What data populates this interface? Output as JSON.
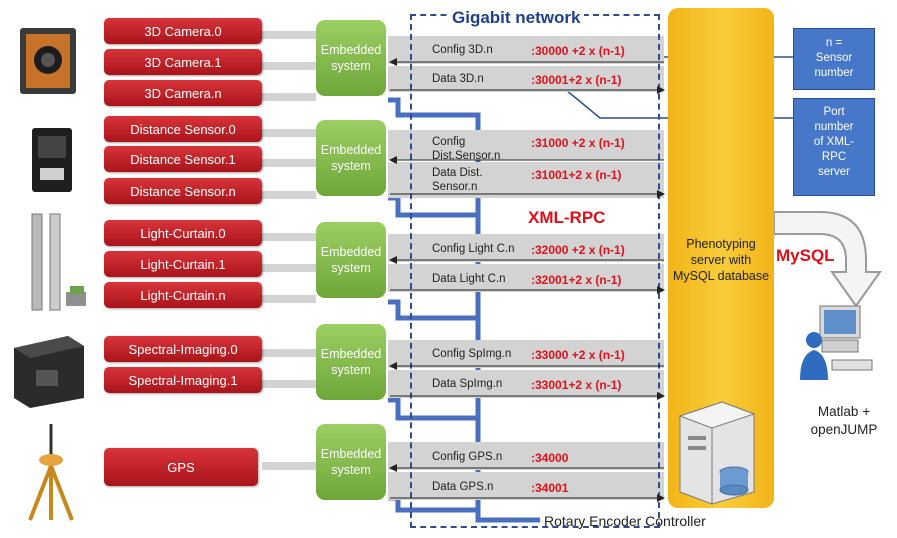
{
  "network": {
    "title": "Gigabit network"
  },
  "protocol": {
    "label": "XML-RPC"
  },
  "server": {
    "label": "Phenotyping server with MySQL database"
  },
  "mysql": {
    "label": "MySQL"
  },
  "client": {
    "label_line1": "Matlab +",
    "label_line2": "openJUMP"
  },
  "encoder": {
    "label": "Rotary Encoder Controller"
  },
  "legend": {
    "n_line1": "n =",
    "n_line2": "Sensor",
    "n_line3": "number",
    "port_line1": "Port",
    "port_line2": "number",
    "port_line3": "of XML-",
    "port_line4": "RPC",
    "port_line5": "server"
  },
  "embedded_label_line1": "Embedded",
  "embedded_label_line2": "system",
  "sensors": [
    "3D Camera.0",
    "3D Camera.1",
    "3D Camera.n",
    "Distance Sensor.0",
    "Distance Sensor.1",
    "Distance Sensor.n",
    "Light-Curtain.0",
    "Light-Curtain.1",
    "Light-Curtain.n",
    "Spectral-Imaging.0",
    "Spectral-Imaging.1",
    "GPS"
  ],
  "groups": [
    {
      "config": "Config 3D.n",
      "config_port": ":30000 +2 x (n-1)",
      "data": "Data 3D.n",
      "data_port": ":30001+2 x (n-1)"
    },
    {
      "config_line1": "Config",
      "config_line2": "Dist.Sensor.n",
      "config_port": ":31000 +2 x (n-1)",
      "data_line1": "Data Dist.",
      "data_line2": "Sensor.n",
      "data_port": ":31001+2 x (n-1)"
    },
    {
      "config": "Config Light C.n",
      "config_port": ":32000 +2 x (n-1)",
      "data": "Data Light C.n",
      "data_port": ":32001+2 x (n-1)"
    },
    {
      "config": "Config SpImg.n",
      "config_port": ":33000 +2 x (n-1)",
      "data": "Data SpImg.n",
      "data_port": ":33001+2 x (n-1)"
    },
    {
      "config": "Config GPS.n",
      "config_port": ":34000",
      "data": "Data GPS.n",
      "data_port": ":34001"
    }
  ],
  "colors": {
    "sensor_red": "#c0181f",
    "embedded_green": "#7fb847",
    "server_yellow": "#f5c12a",
    "legend_blue": "#4677c8",
    "port_red": "#e0101a"
  }
}
